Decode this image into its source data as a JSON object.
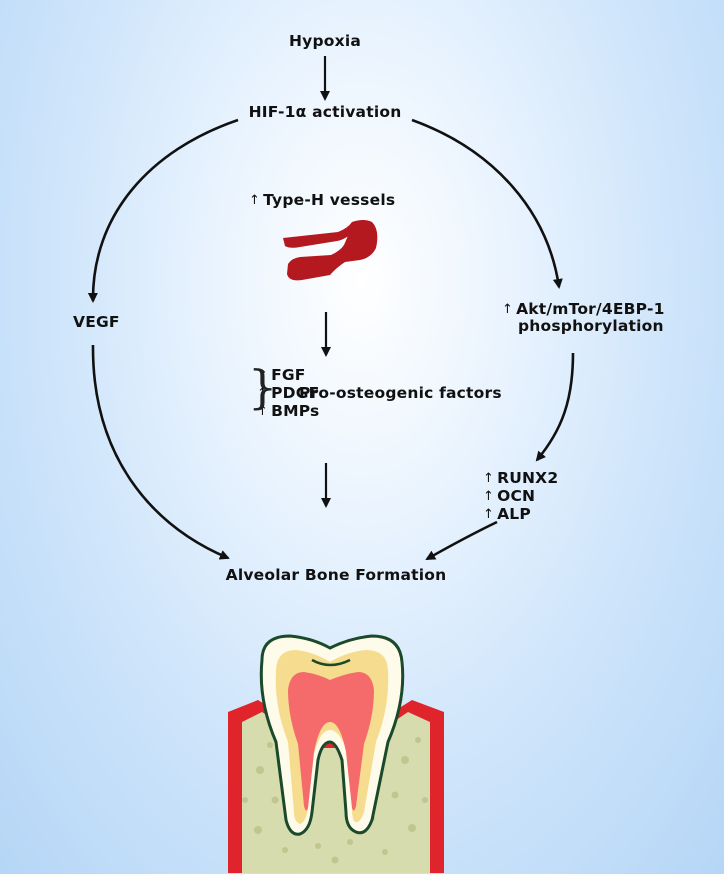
{
  "diagram": {
    "top": "Hypoxia",
    "hif": "HIF-1α activation",
    "left_node": "VEGF",
    "right_node_line1": "Akt/mTor/4EBP-1",
    "right_node_line2": "phosphorylation",
    "type_h": "Type-H vessels",
    "factors": [
      "FGF",
      "PDGF",
      "BMPs"
    ],
    "factors_label": "Pro-osteogenic factors",
    "markers": [
      "RUNX2",
      "OCN",
      "ALP"
    ],
    "outcome": "Alveolar Bone Formation",
    "up_arrow": "↑"
  },
  "colors": {
    "background_center": "#ffffff",
    "background_edge": "#b5d6f6",
    "vessel": "#b3191e",
    "gum": "#e0242b",
    "bone": "#d6dcae",
    "enamel": "#fffbea",
    "dentin": "#f6dc8e",
    "pulp": "#f56b6b"
  },
  "icons": [
    "type-h-vessel-icon",
    "tooth-icon"
  ]
}
